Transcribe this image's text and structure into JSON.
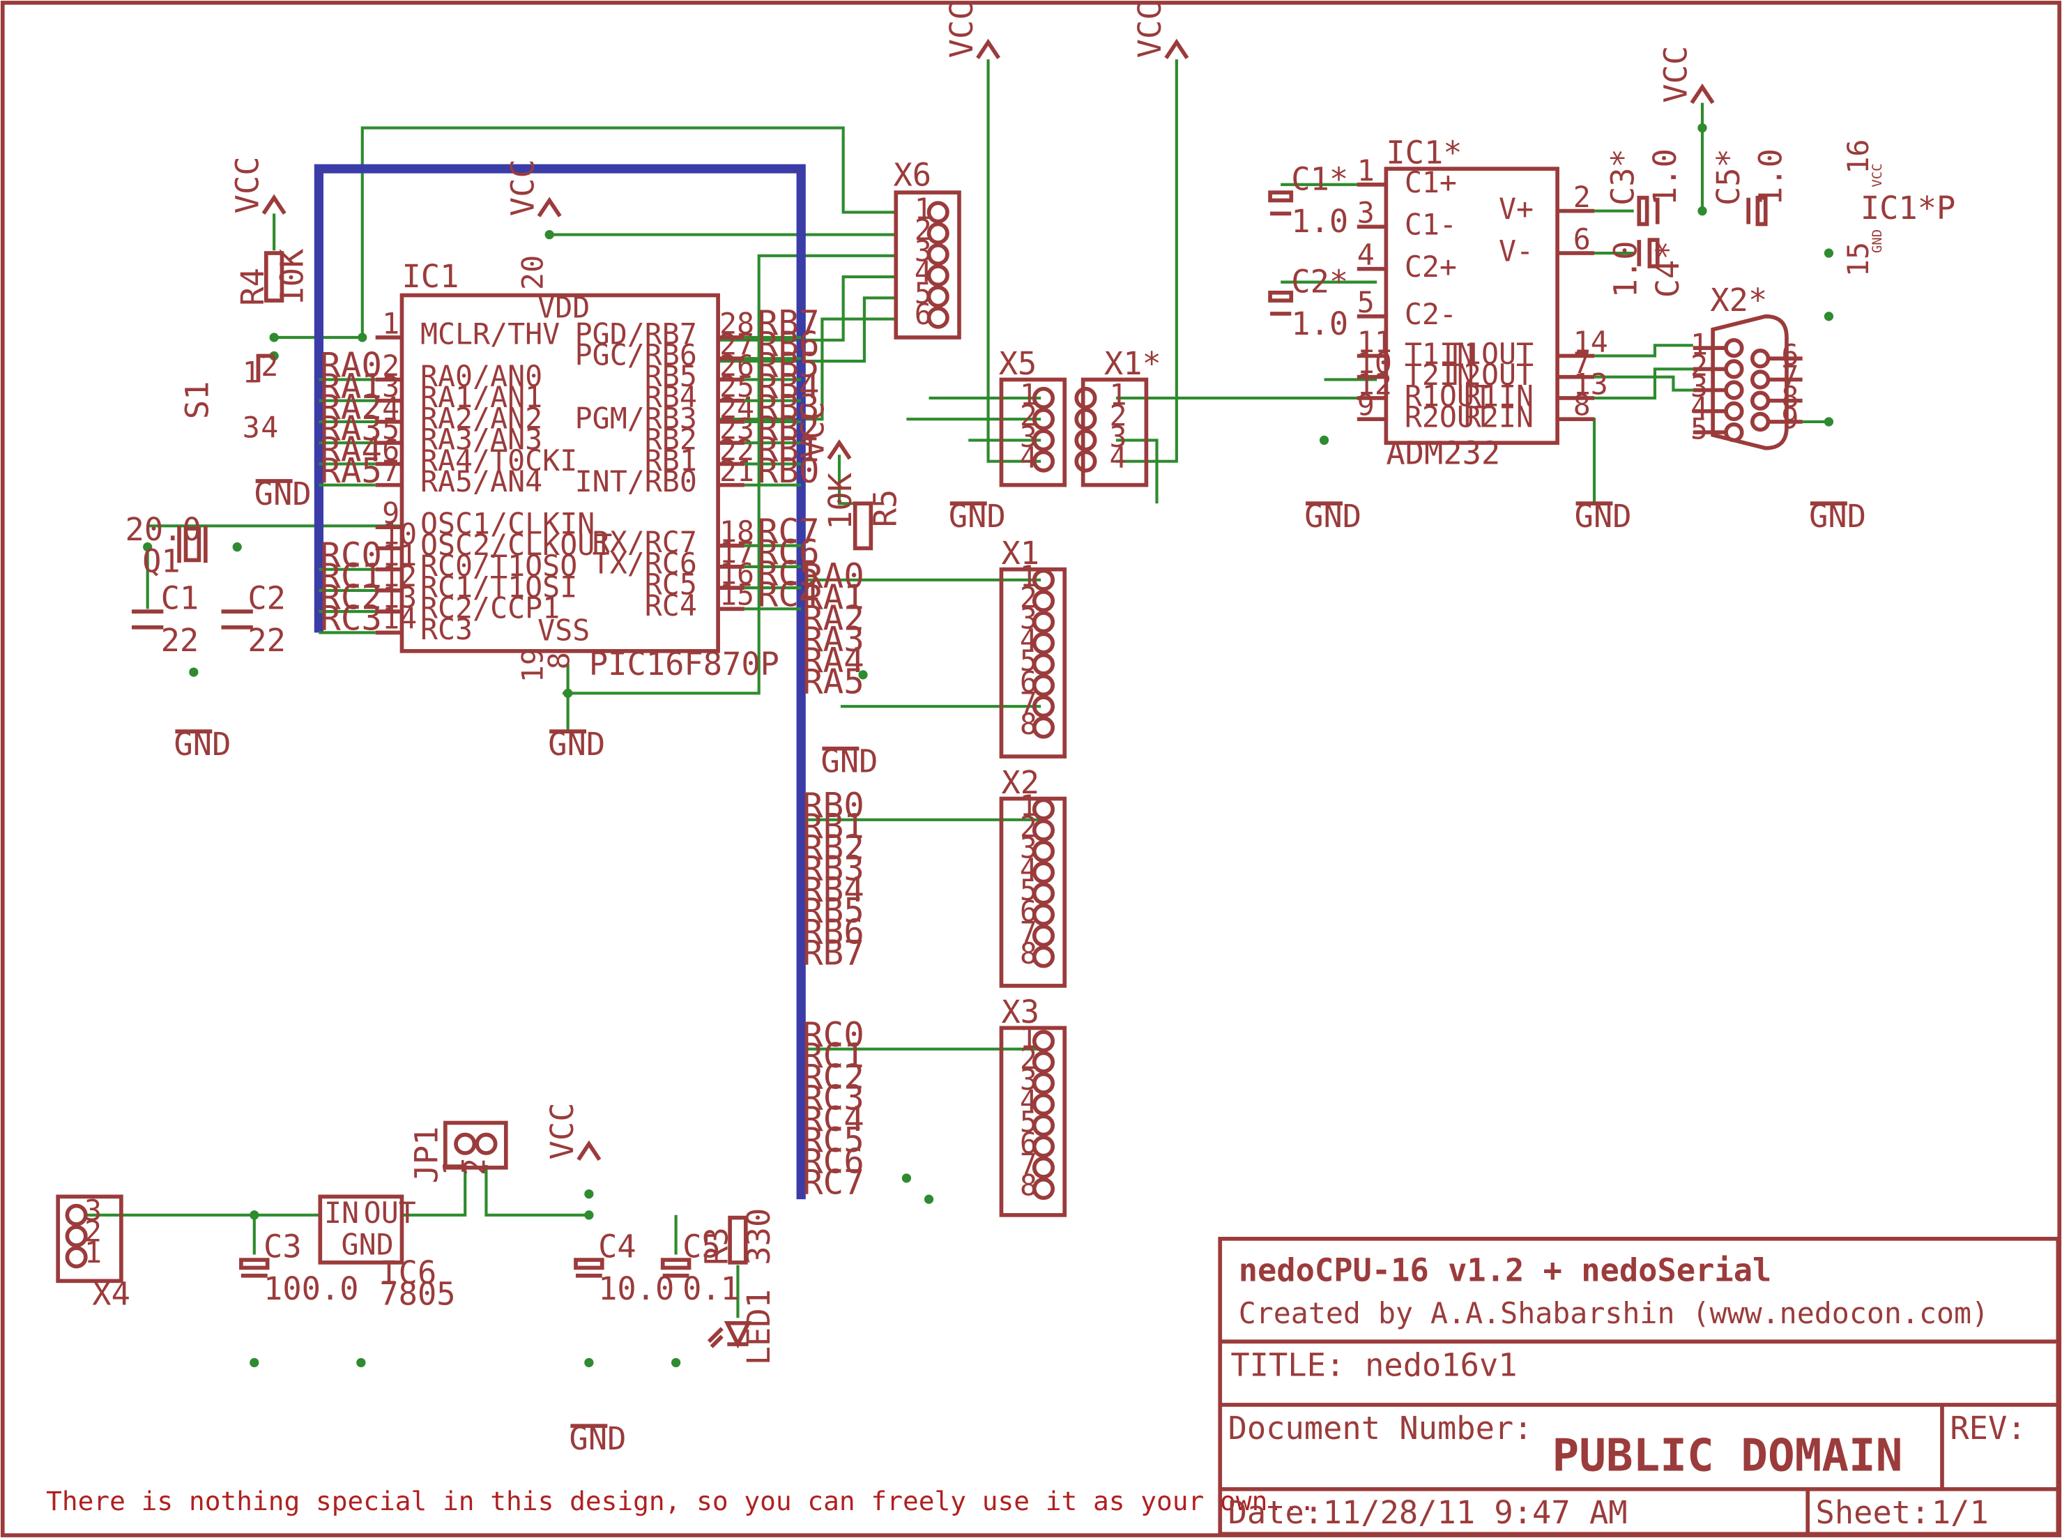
{
  "colors": {
    "wire": "#2e8b2e",
    "part": "#9b3b3b",
    "bus": "#3a3ca8"
  },
  "power": {
    "vcc": "VCC",
    "gnd": "GND"
  },
  "ic1": {
    "name": "IC1",
    "value": "PIC16F870P",
    "left_pins": [
      {
        "num": "1",
        "name": "MCLR/THV"
      },
      {
        "num": "2",
        "name": "RA0/AN0"
      },
      {
        "num": "3",
        "name": "RA1/AN1"
      },
      {
        "num": "4",
        "name": "RA2/AN2"
      },
      {
        "num": "5",
        "name": "RA3/AN3"
      },
      {
        "num": "6",
        "name": "RA4/T0CKI"
      },
      {
        "num": "7",
        "name": "RA5/AN4"
      },
      {
        "num": "9",
        "name": "OSC1/CLKIN"
      },
      {
        "num": "10",
        "name": "OSC2/CLKOUT"
      },
      {
        "num": "11",
        "name": "RC0/T1OSO"
      },
      {
        "num": "12",
        "name": "RC1/T1OSI"
      },
      {
        "num": "13",
        "name": "RC2/CCP1"
      },
      {
        "num": "14",
        "name": "RC3"
      }
    ],
    "right_pins": [
      {
        "num": "28",
        "name": "PGD/RB7"
      },
      {
        "num": "27",
        "name": "PGC/RB6"
      },
      {
        "num": "26",
        "name": "RB5"
      },
      {
        "num": "25",
        "name": "RB4"
      },
      {
        "num": "24",
        "name": "PGM/RB3"
      },
      {
        "num": "23",
        "name": "RB2"
      },
      {
        "num": "22",
        "name": "RB1"
      },
      {
        "num": "21",
        "name": "INT/RB0"
      },
      {
        "num": "18",
        "name": "RX/RC7"
      },
      {
        "num": "17",
        "name": "TX/RC6"
      },
      {
        "num": "16",
        "name": "RC5"
      },
      {
        "num": "15",
        "name": "RC4"
      }
    ],
    "vdd": "VDD",
    "vdd_pin": "20",
    "vss": "VSS",
    "vss_pin_a": "19",
    "vss_pin_b": "8"
  },
  "left_nets": [
    "RA0",
    "RA1",
    "RA2",
    "RA3",
    "RA4",
    "RA5",
    "RC0",
    "RC1",
    "RC2",
    "RC3"
  ],
  "right_nets": [
    "RB7",
    "RB6",
    "RB5",
    "RB4",
    "RB3",
    "RB2",
    "RB1",
    "RB0",
    "RC7",
    "RC6",
    "RC5",
    "RC4"
  ],
  "r4": {
    "name": "R4",
    "value": "10K"
  },
  "s1": {
    "name": "S1",
    "pins": [
      "1",
      "2",
      "3",
      "4"
    ]
  },
  "q1": {
    "name": "Q1",
    "value": "20.0"
  },
  "c1": {
    "name": "C1",
    "value": "22"
  },
  "c2": {
    "name": "C2",
    "value": "22"
  },
  "x6": {
    "name": "X6",
    "pins": [
      "1",
      "2",
      "3",
      "4",
      "5",
      "6"
    ]
  },
  "x5": {
    "name": "X5",
    "pins": [
      "1",
      "2",
      "3",
      "4"
    ]
  },
  "x1s": {
    "name": "X1*",
    "pins": [
      "1",
      "2",
      "3",
      "4"
    ]
  },
  "r5": {
    "name": "R5",
    "value": "10K"
  },
  "x1": {
    "name": "X1",
    "pins": [
      "1",
      "2",
      "3",
      "4",
      "5",
      "6",
      "7",
      "8"
    ],
    "nets": [
      "RA0",
      "RA1",
      "RA2",
      "RA3",
      "RA4",
      "RA5"
    ]
  },
  "x2": {
    "name": "X2",
    "pins": [
      "1",
      "2",
      "3",
      "4",
      "5",
      "6",
      "7",
      "8"
    ],
    "nets": [
      "RB0",
      "RB1",
      "RB2",
      "RB3",
      "RB4",
      "RB5",
      "RB6",
      "RB7"
    ]
  },
  "x3": {
    "name": "X3",
    "pins": [
      "1",
      "2",
      "3",
      "4",
      "5",
      "6",
      "7",
      "8"
    ],
    "nets": [
      "RC0",
      "RC1",
      "RC2",
      "RC3",
      "RC4",
      "RC5",
      "RC6",
      "RC7"
    ]
  },
  "adm": {
    "name": "IC1*",
    "value": "ADM232",
    "power_name": "IC1*P",
    "left_pins": [
      {
        "num": "1",
        "name": "C1+"
      },
      {
        "num": "3",
        "name": "C1-"
      },
      {
        "num": "4",
        "name": "C2+"
      },
      {
        "num": "5",
        "name": "C2-"
      },
      {
        "num": "11",
        "name": "T1IN"
      },
      {
        "num": "10",
        "name": "T2IN"
      },
      {
        "num": "12",
        "name": "R1OUT"
      },
      {
        "num": "9",
        "name": "R2OUT"
      }
    ],
    "right_pins": [
      {
        "num": "2",
        "name": "V+"
      },
      {
        "num": "6",
        "name": "V-"
      },
      {
        "num": "14",
        "name": "T1OUT"
      },
      {
        "num": "7",
        "name": "T2OUT"
      },
      {
        "num": "13",
        "name": "R1IN"
      },
      {
        "num": "8",
        "name": "R2IN"
      }
    ],
    "pin16": "16",
    "pin15": "15",
    "vcc_small": "VCC",
    "gnd_small": "GND"
  },
  "c1s": {
    "name": "C1*",
    "value": "1.0"
  },
  "c2s": {
    "name": "C2*",
    "value": "1.0"
  },
  "c3s": {
    "name": "C3*",
    "value": "1.0"
  },
  "c4s": {
    "name": "C4*",
    "value": "1.0"
  },
  "c5s": {
    "name": "C5*",
    "value": "1.0"
  },
  "x2s": {
    "name": "X2*",
    "left": [
      "1",
      "2",
      "3",
      "4",
      "5"
    ],
    "right": [
      "6",
      "7",
      "8",
      "9"
    ]
  },
  "x4": {
    "name": "X4",
    "pins": [
      "3",
      "2",
      "1"
    ]
  },
  "c3": {
    "name": "C3",
    "value": "100.0"
  },
  "ic6": {
    "name": "IC6",
    "value": "7805",
    "in": "IN",
    "out": "OUT",
    "gnd": "GND"
  },
  "jp1": {
    "name": "JP1",
    "pins": [
      "1",
      "2"
    ]
  },
  "c4": {
    "name": "C4",
    "value": "10.0"
  },
  "c5": {
    "name": "C5",
    "value": "0.1"
  },
  "r3": {
    "name": "R3",
    "value": "330"
  },
  "led1": {
    "name": "LED1"
  },
  "note": "There is nothing special in this design, so you can freely use it as your own...",
  "title_block": {
    "project": "nedoCPU-16 v1.2 + nedoSerial",
    "author": "Created by A.A.Shabarshin (www.nedocon.com)",
    "title_label": "TITLE:",
    "title": "nedo16v1",
    "doc_label": "Document Number:",
    "doc": "PUBLIC DOMAIN",
    "rev_label": "REV:",
    "date_label": "Date:",
    "date": "11/28/11 9:47 AM",
    "sheet_label": "Sheet:",
    "sheet": "1/1"
  }
}
